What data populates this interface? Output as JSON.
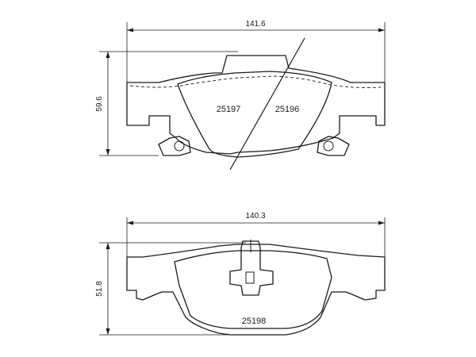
{
  "drawing": {
    "top_pad": {
      "width_label": "141.6",
      "height_label": "59.6",
      "part_number_left": "25197",
      "part_number_right": "25196"
    },
    "bottom_pad": {
      "width_label": "140.3",
      "height_label": "51.8",
      "part_number": "25198"
    },
    "colors": {
      "line": "#1a1a1a",
      "background": "#ffffff"
    }
  }
}
